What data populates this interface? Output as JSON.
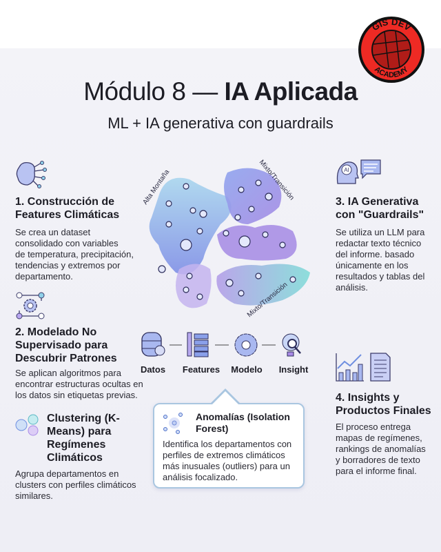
{
  "logo": {
    "text": "GIS DEV ACADEMY",
    "top": "GIS DEV",
    "bottom": "ACADEMY"
  },
  "header": {
    "title_light": "Módulo 8 — ",
    "title_bold": "IA Aplicada",
    "subtitle": "ML + IA generativa con guardrails"
  },
  "diagram": {
    "labels": [
      "Alta Montaña",
      "Mixto/Transición",
      "Mixto/Transición"
    ]
  },
  "pipeline": {
    "steps": [
      "Datos",
      "Features",
      "Modelo",
      "Insight"
    ]
  },
  "sections": {
    "s1": {
      "title": "1. Construcción de Features Climáticas",
      "body": [
        "Se crea un dataset",
        "consolidado con variables",
        "de temperatura, precipitación,",
        "tendencias y extremos por",
        "departamento."
      ]
    },
    "s2": {
      "title": "2. Modelado No Supervisado para Descubrir Patrones",
      "body": "Se aplican algoritmos para encontrar estructuras ocultas en los datos sin etiquetas previas."
    },
    "clustering": {
      "title": "Clustering (K-Means) para Regímenes Climáticos",
      "body": "Agrupa departamentos en clusters con perfiles climáticos similares."
    },
    "anomalies": {
      "title": "Anomalías (Isolation Forest)",
      "body": "Identifica los departamentos con perfiles de extremos climáticos más inusuales (outliers) para un análisis focalizado."
    },
    "s3": {
      "title": "3. IA Generativa con \"Guardrails\"",
      "body": "Se utiliza un LLM para redactar texto técnico del informe. basado únicamente en los resultados y tablas del análisis.",
      "icon_text": "AI"
    },
    "s4": {
      "title": "4. Insights y Productos Finales",
      "body": "El proceso entrega mapas de regímenes, rankings de anomalías y borradores de texto para el informe final."
    }
  },
  "colors": {
    "accent_blue": "#6f8fe0",
    "accent_purple": "#a98ae6",
    "accent_teal": "#7fd3d6",
    "logo_red": "#ee2a24"
  }
}
